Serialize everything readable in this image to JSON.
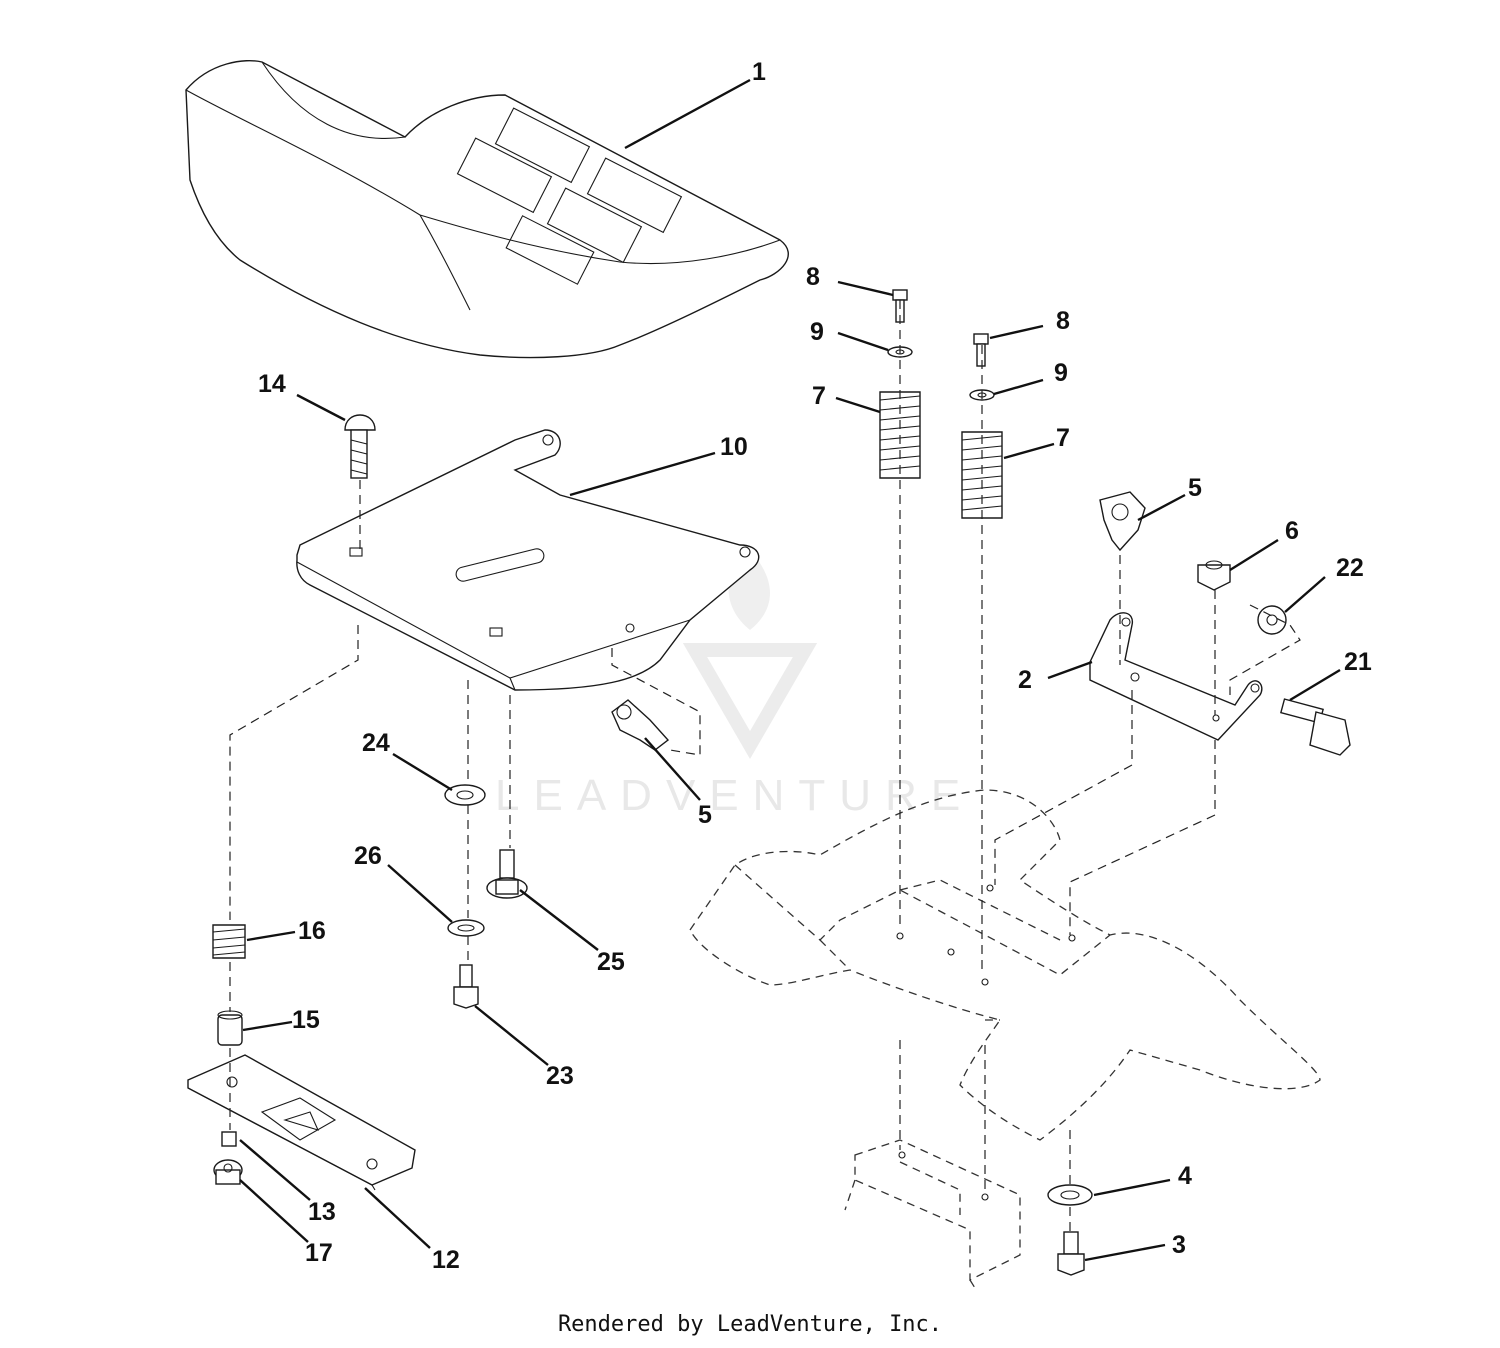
{
  "diagram": {
    "callouts": [
      {
        "id": "c1",
        "label": "1"
      },
      {
        "id": "c2",
        "label": "2"
      },
      {
        "id": "c3",
        "label": "3"
      },
      {
        "id": "c4",
        "label": "4"
      },
      {
        "id": "c5a",
        "label": "5"
      },
      {
        "id": "c5b",
        "label": "5"
      },
      {
        "id": "c6",
        "label": "6"
      },
      {
        "id": "c7a",
        "label": "7"
      },
      {
        "id": "c7b",
        "label": "7"
      },
      {
        "id": "c8a",
        "label": "8"
      },
      {
        "id": "c8b",
        "label": "8"
      },
      {
        "id": "c9a",
        "label": "9"
      },
      {
        "id": "c9b",
        "label": "9"
      },
      {
        "id": "c10",
        "label": "10"
      },
      {
        "id": "c12",
        "label": "12"
      },
      {
        "id": "c13",
        "label": "13"
      },
      {
        "id": "c14",
        "label": "14"
      },
      {
        "id": "c15",
        "label": "15"
      },
      {
        "id": "c16",
        "label": "16"
      },
      {
        "id": "c17",
        "label": "17"
      },
      {
        "id": "c21",
        "label": "21"
      },
      {
        "id": "c22",
        "label": "22"
      },
      {
        "id": "c23",
        "label": "23"
      },
      {
        "id": "c24",
        "label": "24"
      },
      {
        "id": "c25",
        "label": "25"
      },
      {
        "id": "c26",
        "label": "26"
      }
    ],
    "watermark": "LEADVENTURE"
  },
  "footer": {
    "text": "Rendered by LeadVenture, Inc."
  }
}
